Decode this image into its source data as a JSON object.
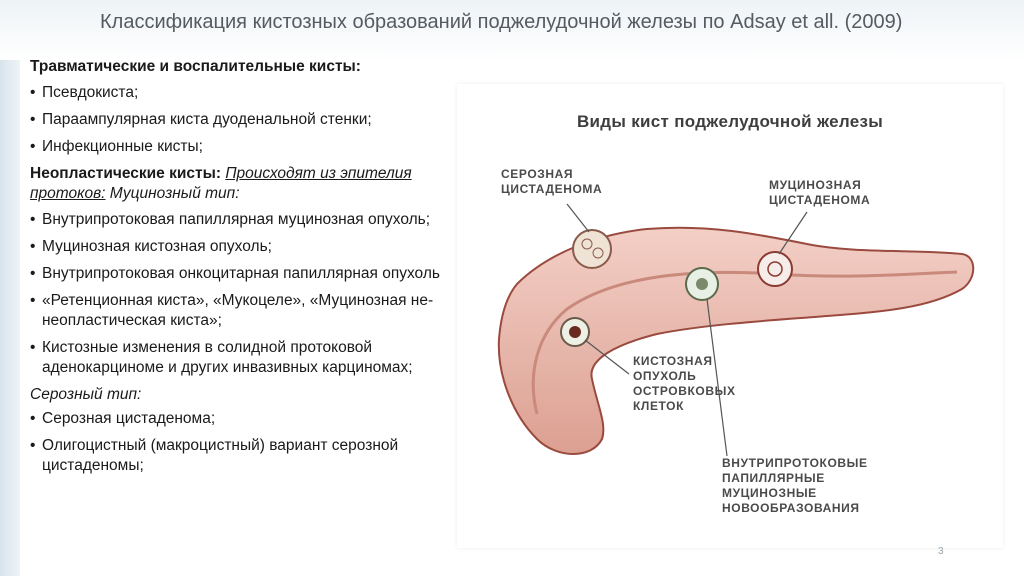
{
  "title": "Классификация кистозных образований поджелудочной железы по Adsay et all. (2009)",
  "section1": {
    "heading": "Травматические и воспалительные кисты:",
    "items": [
      "Псевдокиста;",
      "Параампулярная киста дуоденальной стенки;",
      "Инфекционные кисты;"
    ]
  },
  "section2": {
    "heading": "Неопластические кисты:",
    "origin_underlined": "Происходят из эпителия протоков:",
    "type": "Муцинозный тип:",
    "items": [
      "Внутрипротоковая папиллярная муцинозная опухоль;",
      "Муцинозная кистозная опухоль;",
      "Внутрипротоковая онкоцитарная папиллярная опухоль",
      " «Ретенционная киста», «Мукоцеле», «Муцинозная не-неопластическая киста»;",
      "Кистозные изменения в солидной протоковой аденокарциноме и других инвазивных карциномах;"
    ]
  },
  "section3": {
    "type": "Серозный тип:",
    "items": [
      "Серозная цистаденома;",
      "Олигоцистный (макроцистный) вариант серозной цистаденомы;"
    ]
  },
  "figure": {
    "title": "Виды кист поджелудочной железы",
    "labels": {
      "serous": "СЕРОЗНАЯ\nЦИСТАДЕНОМА",
      "mucinous": "МУЦИНОЗНАЯ\nЦИСТАДЕНОМА",
      "islet": "КИСТОЗНАЯ\nОПУХОЛЬ\nОСТРОВКОВЫХ\nКЛЕТОК",
      "ipmn": "ВНУТРИПРОТОКОВЫЕ\nПАПИЛЛЯРНЫЕ\nМУЦИНОЗНЫЕ\nНОВООБРАЗОВАНИЯ"
    },
    "colors": {
      "tissue": "#e8b4a8",
      "tissue_dark": "#b86a5c",
      "outline": "#9a4a3e"
    }
  },
  "page_number": "3"
}
